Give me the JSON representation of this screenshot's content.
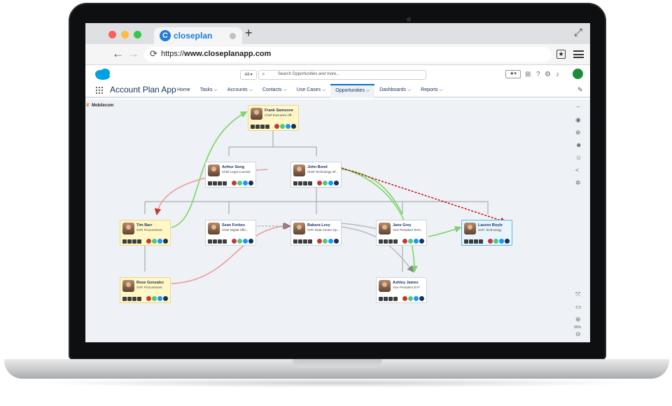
{
  "browser": {
    "tab_title": "closeplan",
    "tab_logo": "C",
    "new_tab": "+",
    "url_prefix": "https://",
    "url_domain": "www.closeplanapp.com"
  },
  "header": {
    "search_scope": "All ▾",
    "search_placeholder": "Search Opportunities and more...",
    "favorites": "★▾"
  },
  "nav": {
    "app_name": "Account Plan App",
    "items": [
      {
        "label": "Home"
      },
      {
        "label": "Tasks ⌵"
      },
      {
        "label": "Accounts ⌵"
      },
      {
        "label": "Contacts ⌵"
      },
      {
        "label": "Use Cases ⌵"
      },
      {
        "label": "Opportunities ⌵"
      },
      {
        "label": "Dashboards ⌵"
      },
      {
        "label": "Reports ⌵"
      }
    ],
    "active_index": 5
  },
  "canvas": {
    "account_name": "Mobilecom",
    "zoom_level": "90%"
  },
  "people": [
    {
      "name": "Frank Samsone",
      "title": "Chief Executive Off..."
    },
    {
      "name": "Arthur Song",
      "title": "Chief Legal Counsel"
    },
    {
      "name": "John Bond",
      "title": "Chief Technology Of..."
    },
    {
      "name": "Tim Barr",
      "title": "SVP, Procurement"
    },
    {
      "name": "Sean Forbes",
      "title": "Chief Digital Offic..."
    },
    {
      "name": "Babara Levy",
      "title": "SVP, Data Center Op..."
    },
    {
      "name": "Jane Grey",
      "title": "Vice President Tech..."
    },
    {
      "name": "Lauren Boyle",
      "title": "SVP, Technology"
    },
    {
      "name": "Rose Gonzalez",
      "title": "SVP, Procurement"
    },
    {
      "name": "Ashley James",
      "title": "Vice President SVT"
    }
  ],
  "colors": {
    "salesforce_blue": "#00a1e0",
    "nav_active": "#0070d2",
    "highlight_card": "#fff7c6",
    "positive_link": "#7ed36b",
    "negative_link": "#ee9a98",
    "neutral_link": "#b9bcc0",
    "influence_link": "#c00000"
  },
  "icons": [
    "close-dot",
    "minimize-dot",
    "zoom-dot",
    "back-icon",
    "forward-icon",
    "reload-icon",
    "bookmark-icon",
    "menu-icon",
    "salesforce-cloud-icon",
    "search-icon",
    "add-icon",
    "help-icon",
    "setup-icon",
    "bell-icon",
    "app-launcher-icon",
    "edit-icon",
    "crown-icon",
    "collapse-icon",
    "eye-icon",
    "add-circle-icon",
    "people-icon",
    "person-icon",
    "share-icon",
    "settings-icon",
    "fit-icon",
    "present-icon",
    "zoom-in-icon",
    "zoom-out-icon"
  ]
}
